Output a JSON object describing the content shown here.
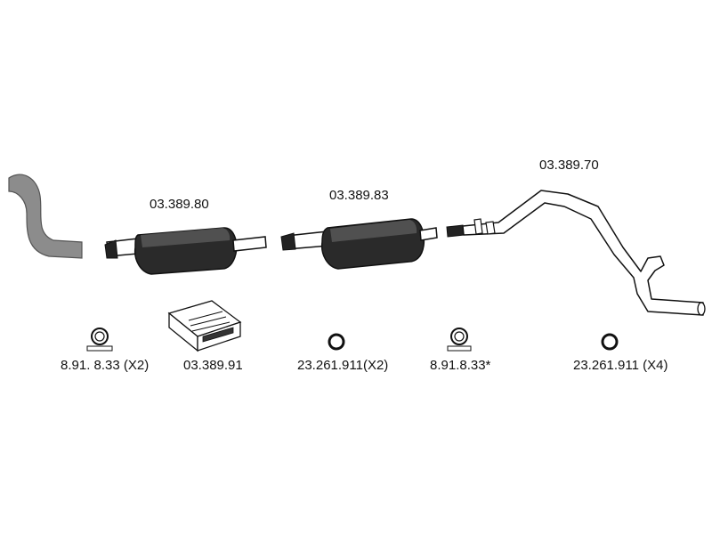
{
  "parts": {
    "rear_silencer_code": "03.389.80",
    "centre_silencer_code": "03.389.83",
    "front_pipe_code": "03.389.70"
  },
  "accessories": {
    "clamp_a_code": "8.91. 8.33 (X2)",
    "mounting_kit_code": "03.389.91",
    "ring_a_code": "23.261.911(X2)",
    "clamp_b_code": "8.91.8.33*",
    "ring_b_code": "23.261.911 (X4)"
  },
  "colors": {
    "ink": "#111111",
    "body_dark": "#2a2a2a",
    "gray_pipe": "#8c8c8c"
  }
}
